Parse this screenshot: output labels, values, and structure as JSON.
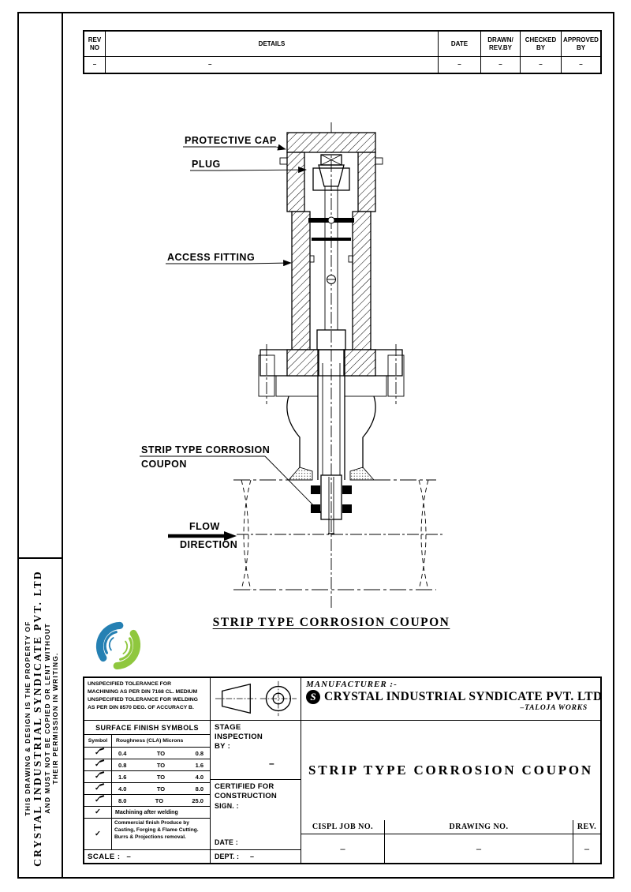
{
  "colors": {
    "ink": "#000000",
    "paper": "#ffffff",
    "logo_blue": "#2580b3",
    "logo_green": "#8fc73e"
  },
  "side_strip": {
    "lines": [
      "THIS DRAWING & DESIGN IS THE PROPERTY OF",
      "CRYSTAL INDUSTRIAL SYNDICATE PVT. LTD",
      "AND MUST NOT BE COPIED OR LENT WITHOUT",
      "THEIR PERMISSION IN WRITING."
    ]
  },
  "revision_table": {
    "headers": [
      {
        "l1": "REV",
        "l2": "NO"
      },
      {
        "l1": "DETAILS",
        "l2": ""
      },
      {
        "l1": "DATE",
        "l2": ""
      },
      {
        "l1": "DRAWN/",
        "l2": "REV.BY"
      },
      {
        "l1": "CHECKED",
        "l2": "BY"
      },
      {
        "l1": "APPROVED",
        "l2": "BY"
      }
    ],
    "row": [
      "–",
      "–",
      "–",
      "–",
      "–",
      "–"
    ]
  },
  "drawing": {
    "labels": {
      "protective_cap": "PROTECTIVE CAP",
      "plug": "PLUG",
      "access_fitting": "ACCESS FITTING",
      "strip_coupon_line1": "STRIP TYPE CORROSION",
      "strip_coupon_line2": "COUPON",
      "flow_line1": "FLOW",
      "flow_line2": "DIRECTION"
    },
    "caption": "STRIP TYPE CORROSION COUPON"
  },
  "title_block": {
    "tolerance_lines": [
      "UNSPECIFIED TOLERANCE FOR",
      "MACHINING AS PER DIN 7168 CL. MEDIUM",
      "UNSPECIFIED TOLERANCE FOR WELDING",
      "AS PER DIN 8570 DEG. OF ACCURACY B."
    ],
    "surface_finish": {
      "title": "SURFACE FINISH SYMBOLS",
      "col_symbol": "Symbol",
      "col_roughness": "Roughness (CLA) Microns",
      "rows": [
        {
          "symbol": "✓",
          "from": "0.4",
          "to": "TO",
          "upto": "0.8"
        },
        {
          "symbol": "✓",
          "from": "0.8",
          "to": "TO",
          "upto": "1.6"
        },
        {
          "symbol": "✓",
          "from": "1.6",
          "to": "TO",
          "upto": "4.0"
        },
        {
          "symbol": "✓",
          "from": "4.0",
          "to": "TO",
          "upto": "8.0"
        },
        {
          "symbol": "✓",
          "from": "8.0",
          "to": "TO",
          "upto": "25.0"
        }
      ],
      "machining": {
        "symbol": "✓",
        "note": "Machining after welding"
      },
      "commercial": {
        "symbol": "✓",
        "note": "Commercial finish Produce by Casting, Forging & Flame Cutting. Burrs & Projections removal."
      }
    },
    "scale": {
      "label": "SCALE :",
      "value": "–"
    },
    "stage": {
      "line1": "STAGE",
      "line2": "INSPECTION",
      "line3": "BY :",
      "value": "–"
    },
    "certified": {
      "line1": "CERTIFIED FOR",
      "line2": "CONSTRUCTION",
      "sign": "SIGN. :",
      "date": "DATE :"
    },
    "dept": {
      "label": "DEPT. :",
      "value": "–"
    },
    "manufacturer": {
      "label": "MANUFACTURER :-",
      "logo_letter": "S",
      "company": "CRYSTAL INDUSTRIAL SYNDICATE PVT. LTD",
      "works": "–TALOJA WORKS"
    },
    "title": "STRIP TYPE CORROSION COUPON",
    "job": {
      "job_label": "CISPL JOB NO.",
      "drawing_label": "DRAWING NO.",
      "rev_label": "REV.",
      "job_value": "–",
      "drawing_value": "–",
      "rev_value": "–"
    }
  }
}
